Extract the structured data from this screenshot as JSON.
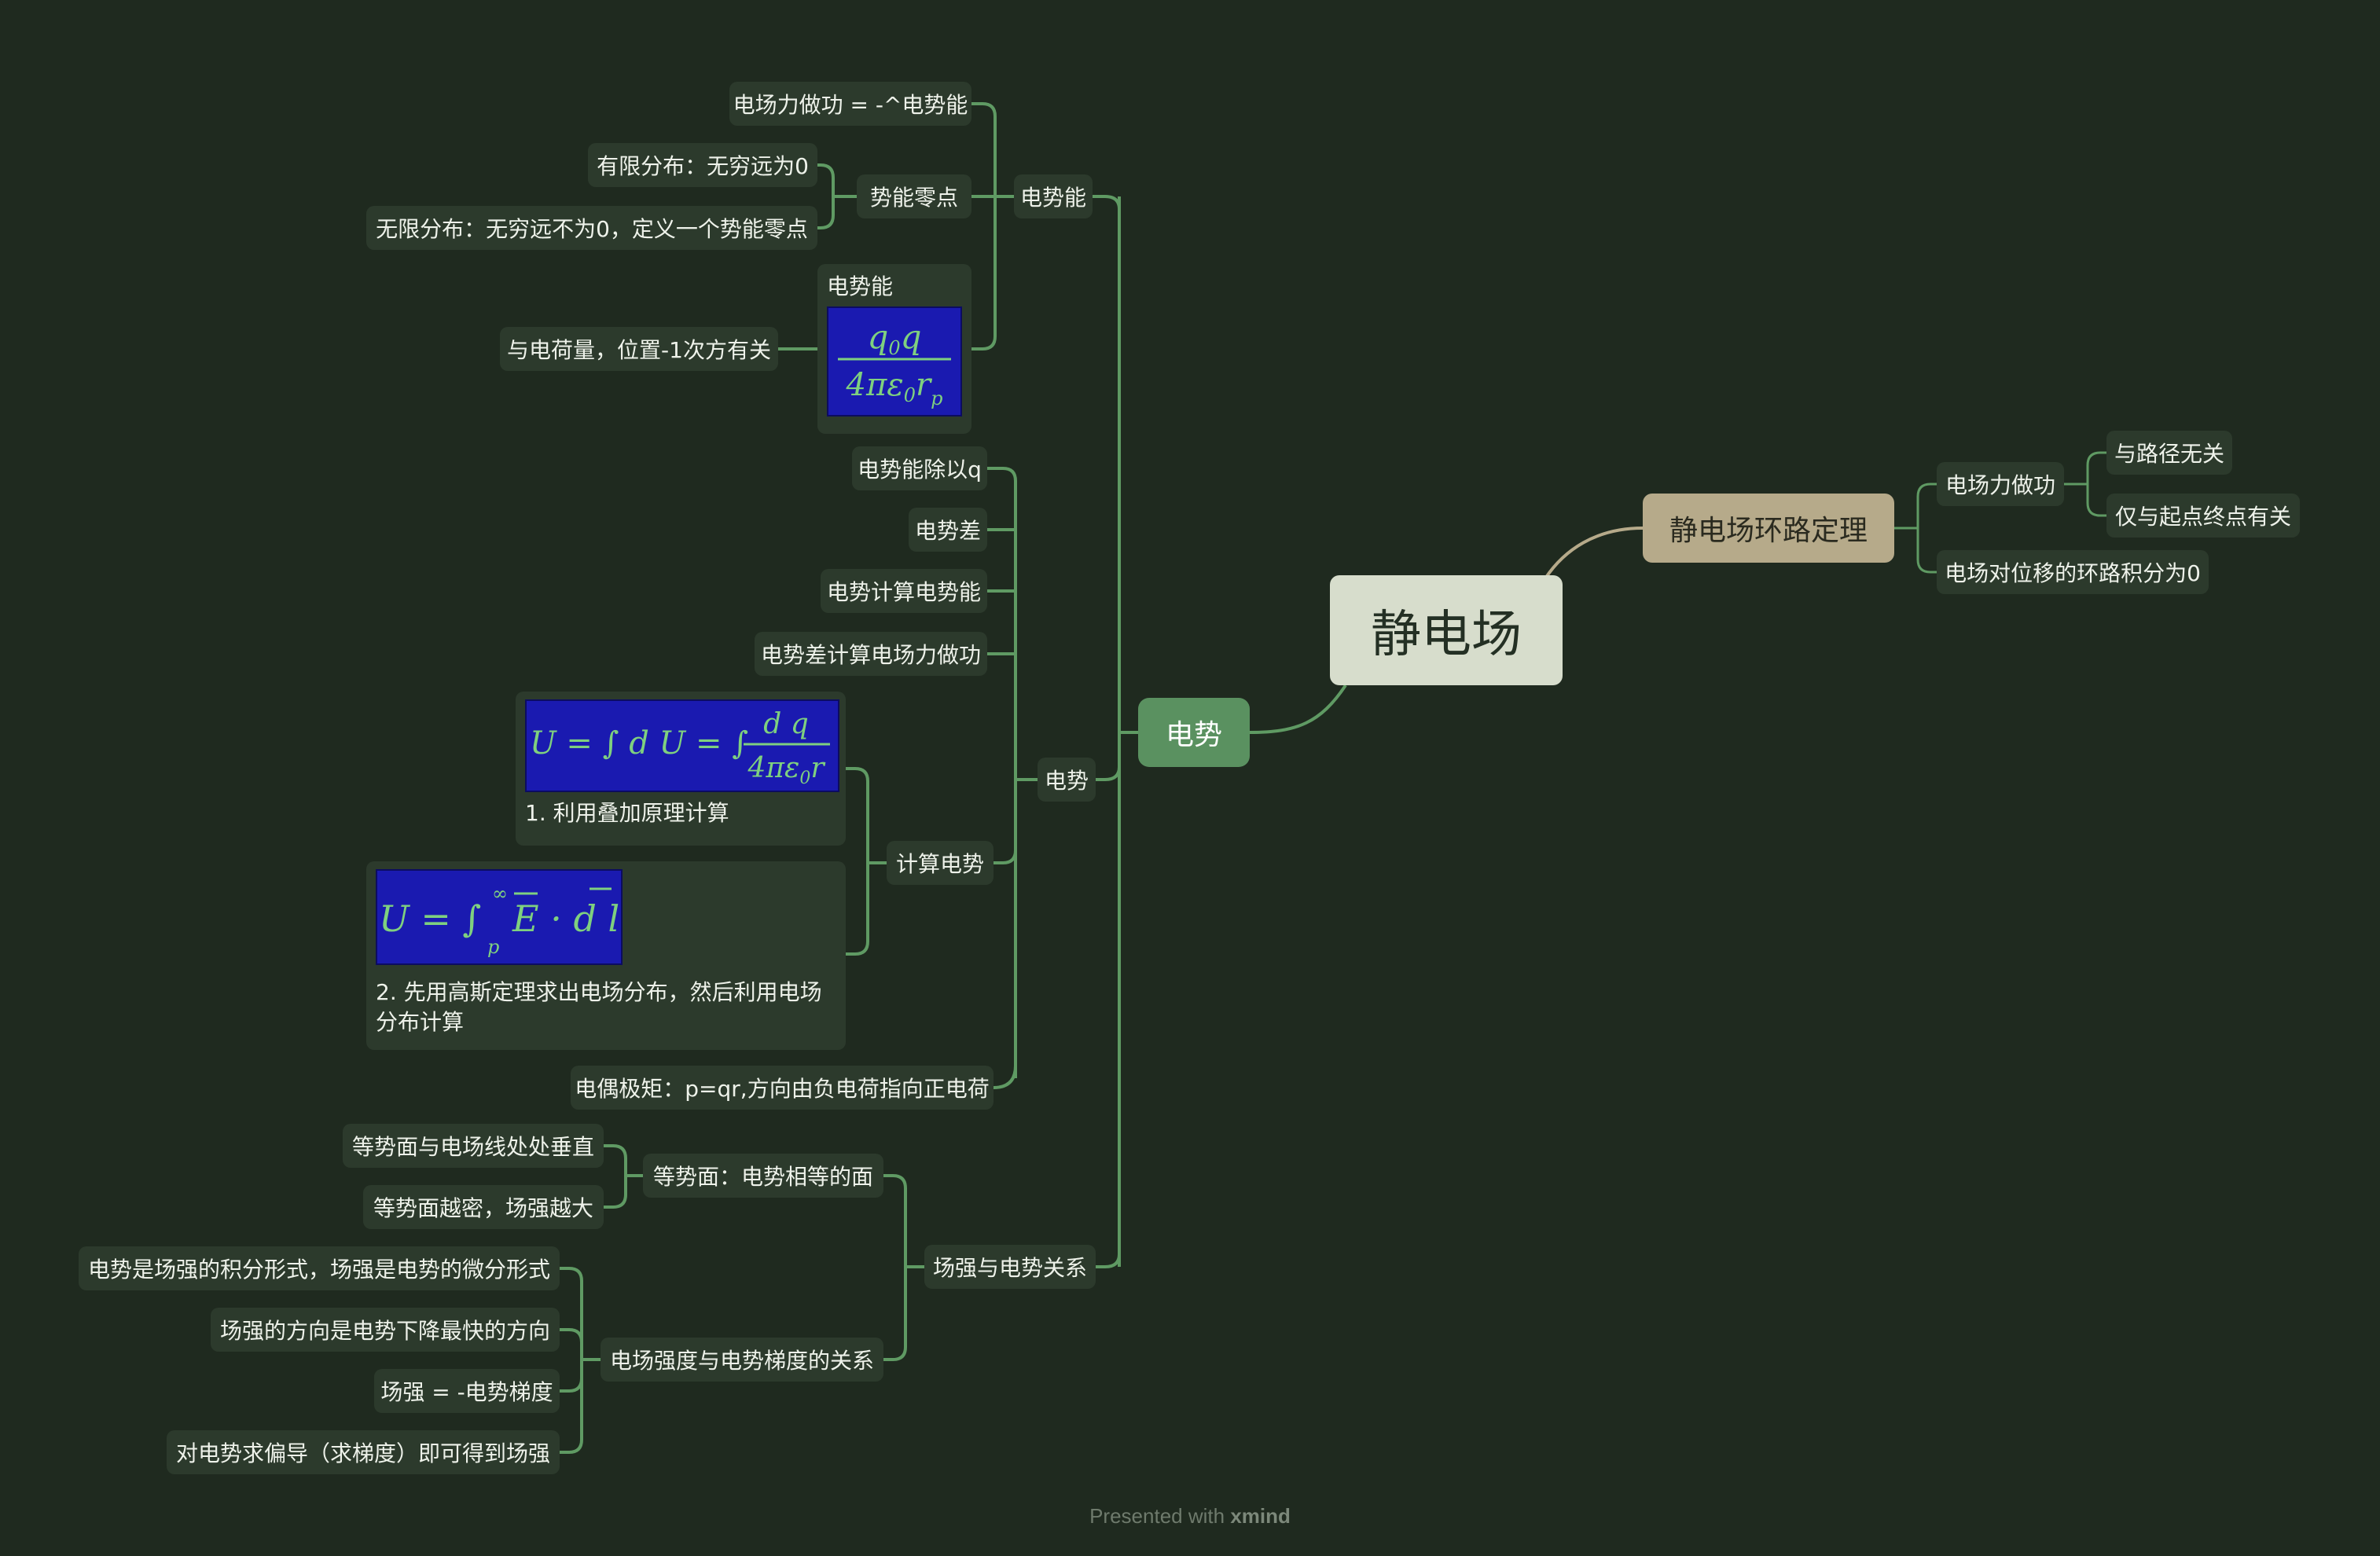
{
  "root": {
    "label": "静电场"
  },
  "branches": {
    "potential": {
      "label": "电势"
    },
    "loop_theorem": {
      "label": "静电场环路定理"
    }
  },
  "loop_theorem": {
    "work": "电场力做功",
    "path_independent": "与路径无关",
    "start_end_only": "仅与起点终点有关",
    "loop_integral_zero": "电场对位移的环路积分为0"
  },
  "potential_energy": {
    "label": "电势能",
    "work_equals": "电场力做功 = -^电势能",
    "zero_point": "势能零点",
    "finite": "有限分布：无穷远为0",
    "infinite": "无限分布：无穷远不为0，定义一个势能零点",
    "formula_card_title": "电势能",
    "formula_caption": "与电荷量，位置-1次方有关",
    "formula": {
      "num": "q0q",
      "den": "4πε0rp"
    }
  },
  "potential": {
    "label": "电势",
    "divide_q": "电势能除以q",
    "difference": "电势差",
    "calc_energy": "电势计算电势能",
    "calc_work": "电势差计算电场力做功",
    "compute": "计算电势",
    "method1": "1. 利用叠加原理计算",
    "method2": "2. 先用高斯定理求出电场分布，然后利用电场分布计算",
    "dipole": "电偶极矩：p=qr,方向由负电荷指向正电荷"
  },
  "relation": {
    "label": "场强与电势关系",
    "equipotential": "等势面：电势相等的面",
    "perpendicular": "等势面与电场线处处垂直",
    "denser": "等势面越密，场强越大",
    "gradient_relation": "电场强度与电势梯度的关系",
    "integral_form": "电势是场强的积分形式，场强是电势的微分形式",
    "direction": "场强的方向是电势下降最快的方向",
    "field_eq": "场强 = -电势梯度",
    "partial": "对电势求偏导（求梯度）即可得到场强"
  },
  "footer": {
    "presented": "Presented with",
    "brand": "xmind"
  },
  "colors": {
    "background": "#1f2a1f",
    "node": "#2c3a2c",
    "green_line": "#5f9a63",
    "tan_line": "#b6aa8a",
    "formula_bg": "#1a1ab0"
  }
}
